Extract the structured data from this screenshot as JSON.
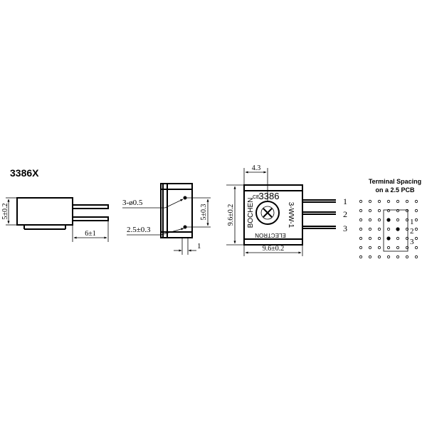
{
  "model": "3386X",
  "side_view": {
    "height_dim": "5±0.2",
    "pin_length_dim": "6±1"
  },
  "rear_view": {
    "pin_dia_dim": "3-ø0.5",
    "pin_offset_dim": "2.5±0.3",
    "height_dim": "5±0.3",
    "pin_pitch_dim": "1"
  },
  "front_view": {
    "offset_dim": "4.3",
    "width_dim": "9.6±0.2",
    "height_dim": "9.6±0.2",
    "marking_value": "3386",
    "marking_brand": "BOCHEN",
    "marking_maker": "ELECTRON",
    "marking_part": "3-WW-1",
    "marking_logo": "CE",
    "pins": [
      "1",
      "2",
      "3"
    ]
  },
  "pcb": {
    "title_line1": "Terminal Spacing",
    "title_line2": "on a 2.5 PCB",
    "rows": 7,
    "cols": 7,
    "pin_labels": [
      "1",
      "2",
      "3"
    ]
  }
}
